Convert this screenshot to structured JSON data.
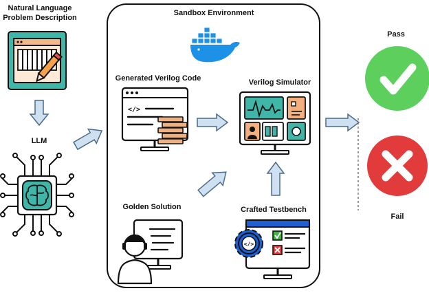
{
  "labels": {
    "problem_line1": "Natural Language",
    "problem_line2": "Problem Description",
    "llm": "LLM",
    "sandbox": "Sandbox Environment",
    "generated_code": "Generated Verilog Code",
    "simulator": "Verilog Simulator",
    "golden": "Golden Solution",
    "testbench": "Crafted Testbench",
    "pass": "Pass",
    "fail": "Fail"
  },
  "icons": {
    "problem": "document-pencil-icon",
    "llm": "brain-chip-icon",
    "sandbox": "docker-whale-icon",
    "code": "code-monitor-icon",
    "simulator": "dashboard-monitor-icon",
    "golden": "developer-monitor-icon",
    "testbench": "checklist-gear-monitor-icon",
    "pass": "check-circle-icon",
    "fail": "cross-circle-icon"
  },
  "colors": {
    "arrow_fill": "#cfe0f1",
    "arrow_stroke": "#4a6b8a",
    "pass": "#5ccf5c",
    "fail": "#e23b3b",
    "docker": "#1d91e6",
    "teal": "#3fb6a7",
    "testbench_blue": "#1f5fd4"
  }
}
